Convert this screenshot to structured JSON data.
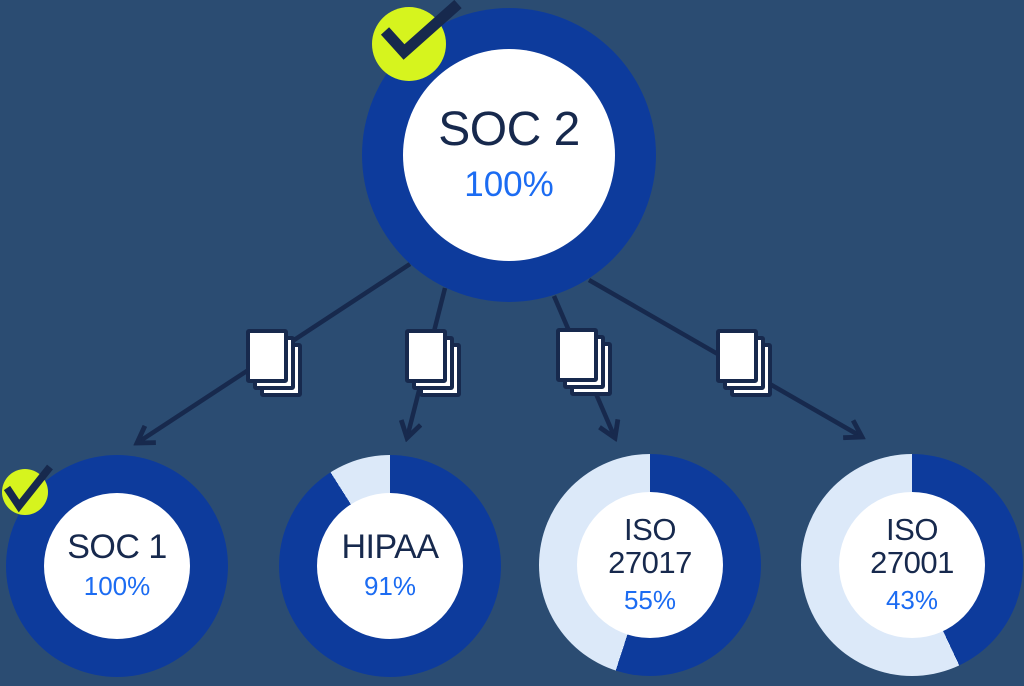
{
  "colors": {
    "background": "#2b4c72",
    "ring_filled": "#0d3b9c",
    "ring_remaining": "#dce9f9",
    "inner_circle": "#ffffff",
    "label_text": "#17294d",
    "percent_text": "#1c6cf2",
    "connector": "#17294d",
    "document_fill": "#ffffff",
    "document_outline": "#17294d",
    "badge": "#d6f41e",
    "badge_check": "#17294d"
  },
  "root": {
    "label": "SOC 2",
    "percent": "100%",
    "value": 100,
    "checked": true
  },
  "children": [
    {
      "label": "SOC 1",
      "label2": "",
      "percent": "100%",
      "value": 100,
      "checked": true
    },
    {
      "label": "HIPAA",
      "label2": "",
      "percent": "91%",
      "value": 91,
      "checked": false
    },
    {
      "label": "ISO",
      "label2": "27017",
      "percent": "55%",
      "value": 55,
      "checked": false
    },
    {
      "label": "ISO",
      "label2": "27001",
      "percent": "43%",
      "value": 43,
      "checked": false
    }
  ],
  "icons": {
    "check_badge": "check-icon",
    "document_stack": "documents-icon",
    "arrow": "arrow-icon"
  }
}
